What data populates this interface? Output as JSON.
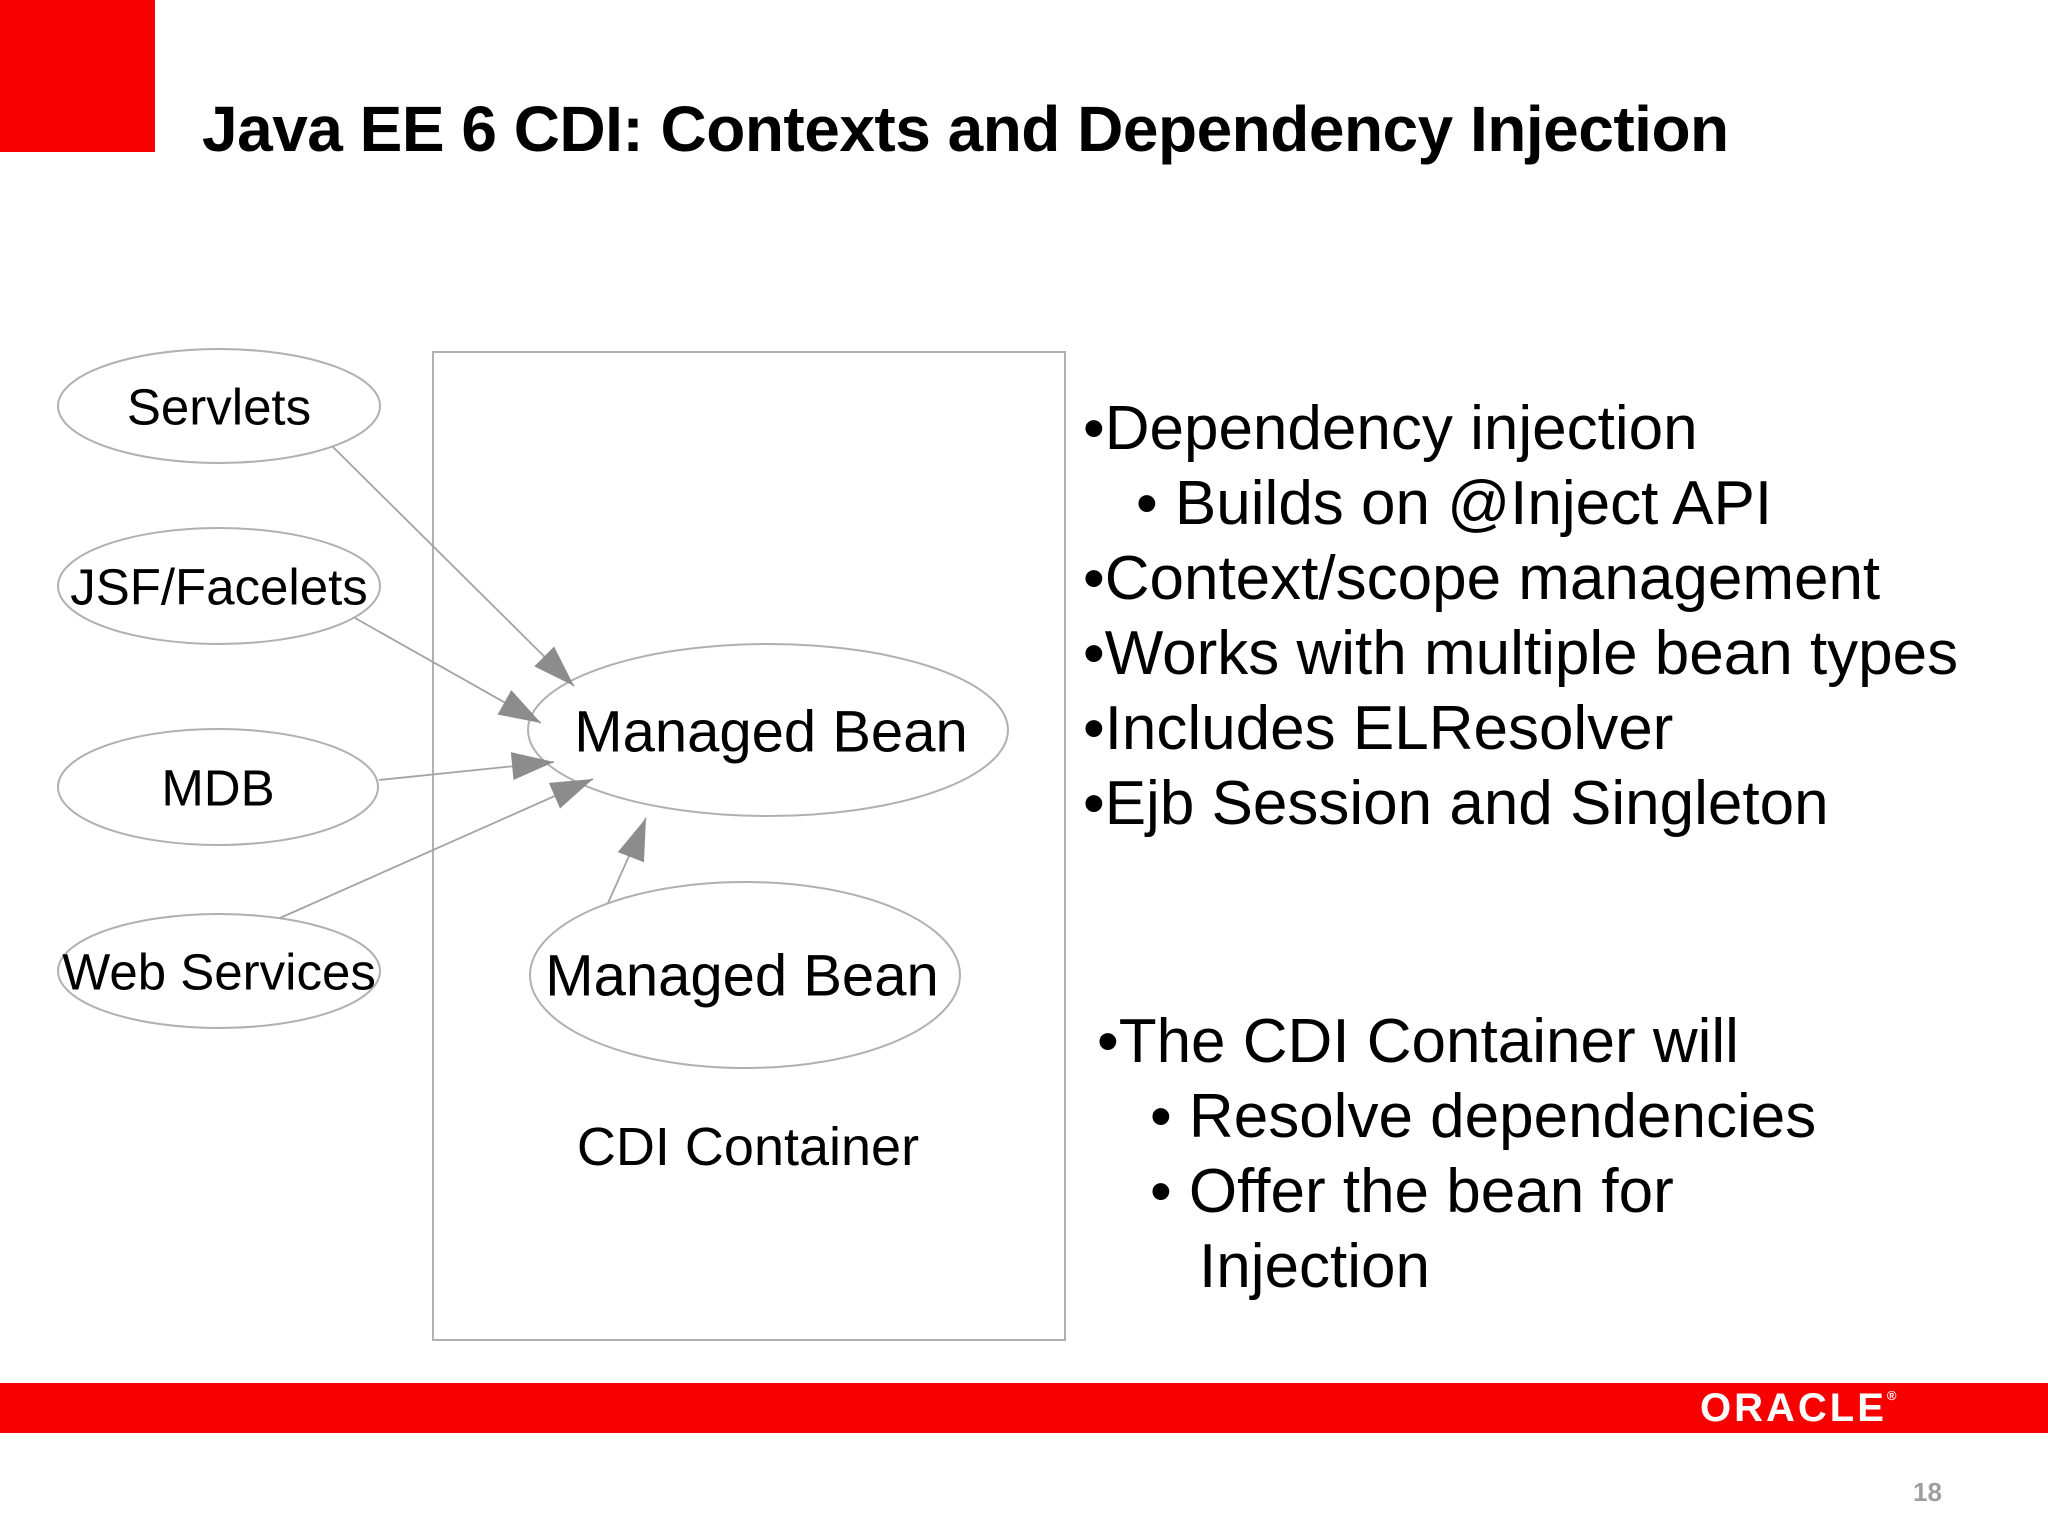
{
  "title": "Java EE 6 CDI: Contexts and Dependency Injection",
  "diagram": {
    "container_label": "CDI Container",
    "sources": [
      {
        "label": "Servlets"
      },
      {
        "label": "JSF/Facelets"
      },
      {
        "label": "MDB"
      },
      {
        "label": "Web Services"
      }
    ],
    "beans": [
      {
        "label": "Managed Bean"
      },
      {
        "label": "Managed Bean"
      }
    ]
  },
  "bullets": {
    "primary": [
      {
        "text": "•Dependency injection"
      },
      {
        "text": "• Builds on @Inject API"
      },
      {
        "text": "•Context/scope management"
      },
      {
        "text": "•Works with multiple bean types"
      },
      {
        "text": "•Includes ELResolver"
      },
      {
        "text": "•Ejb Session and Singleton"
      }
    ],
    "secondary": [
      {
        "text": "•The CDI Container will"
      },
      {
        "text": "• Resolve dependencies"
      },
      {
        "text": "• Offer the bean for"
      },
      {
        "text": "Injection"
      }
    ]
  },
  "footer": {
    "logo_text": "ORACLE",
    "registered_mark": "®",
    "page_number": "18"
  },
  "colors": {
    "accent_red": "#f80000",
    "text": "#000000",
    "diagram_stroke": "#b0b0b0",
    "arrow_line": "#a3a3a3",
    "arrow_head": "#8c8c8c",
    "logo_text_color": "#ffffff",
    "page_number_gray": "#9e9e9e"
  }
}
